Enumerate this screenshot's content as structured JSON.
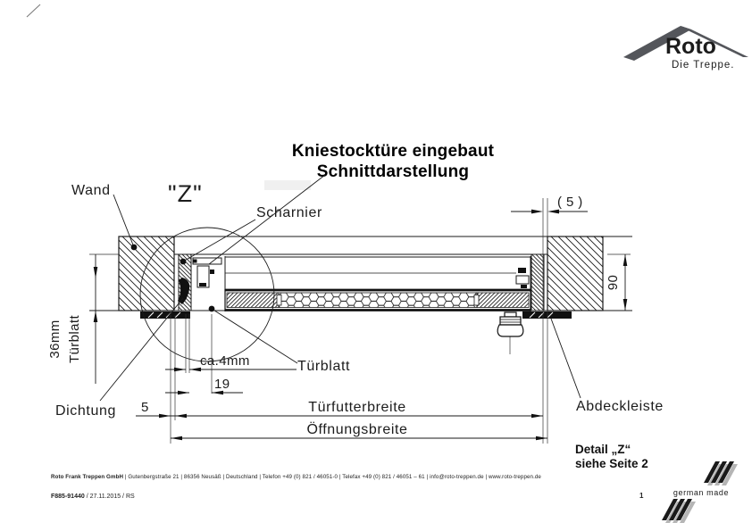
{
  "page": {
    "background": "#ffffff"
  },
  "logo": {
    "brand": "Roto",
    "tagline": "Die Treppe.",
    "color": "#54565b",
    "tagline_color": "#8a8c90"
  },
  "title": {
    "line1": "Kniestocktüre eingebaut",
    "line2": "Schnittdarstellung"
  },
  "drawing": {
    "labels": {
      "wand": "Wand",
      "detail_marker": "\"Z\"",
      "scharnier": "Scharnier",
      "tuerblatt": "Türblatt",
      "dichtung": "Dichtung",
      "abdeckleiste": "Abdeckleiste",
      "leaf_thickness_value": "36mm",
      "leaf_thickness_name": "Türblatt"
    },
    "dimensions": {
      "top_gap": "( 5 )",
      "frame_height": "90",
      "hinge_gap": "ca.4mm",
      "overlap": "19",
      "side_gap": "5",
      "frame_width_label": "Türfutterbreite",
      "opening_width_label": "Öffnungsbreite"
    },
    "note": {
      "line1": "Detail „Z“",
      "line2": "siehe Seite 2"
    }
  },
  "footer": {
    "company": "Roto Frank Treppen GmbH",
    "address": " | Gutenbergstraße 21 | 86356 Neusäß | Deutschland | Telefon +49 (0) 821 / 46051-0 | Telefax +49 (0) 821 / 46051 – 61 | info@roto-treppen.de | www.roto-treppen.de",
    "doc_code": "F885-91440",
    "doc_meta": " / 27.11.2015 / RS",
    "page_number": "1"
  },
  "made_logo": {
    "label": "german made",
    "text_color": "#8a8a8a",
    "stripe_color": "#1a1a1a",
    "shadow_color": "#b5b5b5"
  }
}
